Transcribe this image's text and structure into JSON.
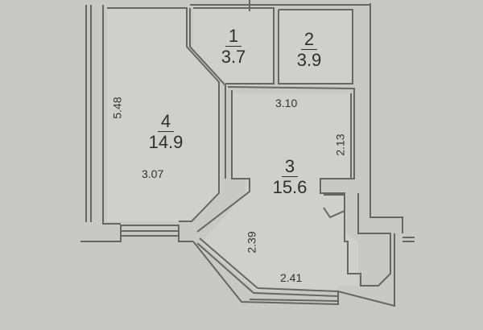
{
  "rooms": [
    {
      "number": "1",
      "area": "3.7"
    },
    {
      "number": "2",
      "area": "3.9"
    },
    {
      "number": "3",
      "area": "15.6"
    },
    {
      "number": "4",
      "area": "14.9"
    }
  ],
  "dimensions": {
    "room3_top": "3.10",
    "room3_right": "2.13",
    "room4_left": "5.48",
    "room4_bottom": "3.07",
    "room3_diagonal": "2.39",
    "room3_bottom": "2.41"
  }
}
